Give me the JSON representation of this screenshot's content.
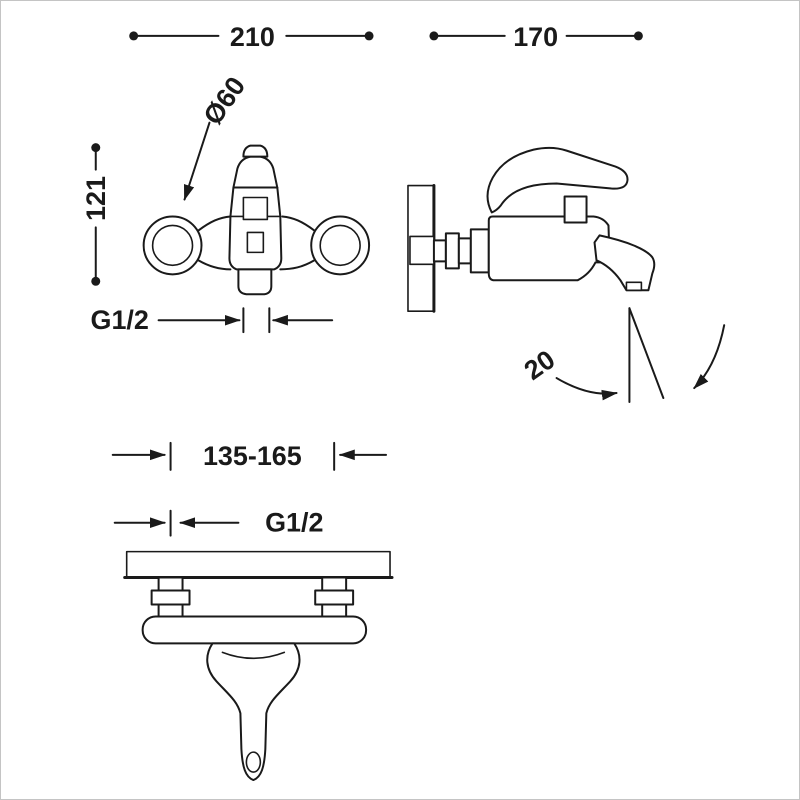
{
  "drawing": {
    "colors": {
      "ink": "#1a1a1a",
      "background": "#ffffff",
      "frame_border": "#c4c4c4"
    },
    "dims": {
      "front_width": "210",
      "side_depth": "170",
      "flange_diameter": "Ø60",
      "front_height": "121",
      "front_thread": "G1/2",
      "spout_angle": "20",
      "fixing_centers": "135-165",
      "bottom_thread": "G1/2"
    }
  }
}
